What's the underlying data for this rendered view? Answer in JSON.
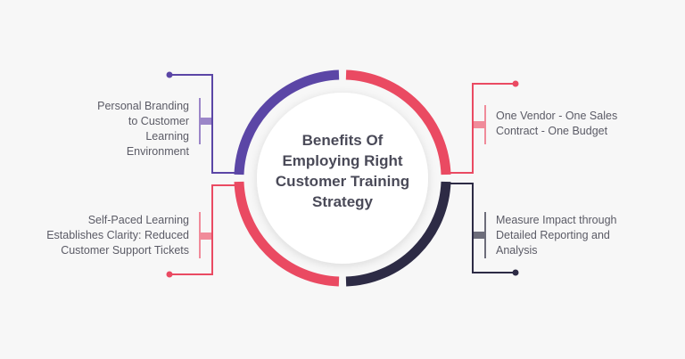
{
  "title": "Benefits Of Employing Right Customer Training Strategy",
  "colors": {
    "purple": "#5b46a6",
    "red": "#ea4a62",
    "navy": "#2d2b45",
    "pink": "#f08b9a",
    "lavender": "#9b86c8",
    "gray": "#6d6d7a"
  },
  "items": [
    {
      "text": "Personal Branding to Customer Learning Environment",
      "color": "purple"
    },
    {
      "text": "One Vendor - One Sales Contract - One Budget",
      "color": "red"
    },
    {
      "text": "Self-Paced Learning Establishes Clarity: Reduced Customer Support Tickets",
      "color": "red"
    },
    {
      "text": "Measure Impact through Detailed Reporting and Analysis",
      "color": "navy"
    }
  ]
}
